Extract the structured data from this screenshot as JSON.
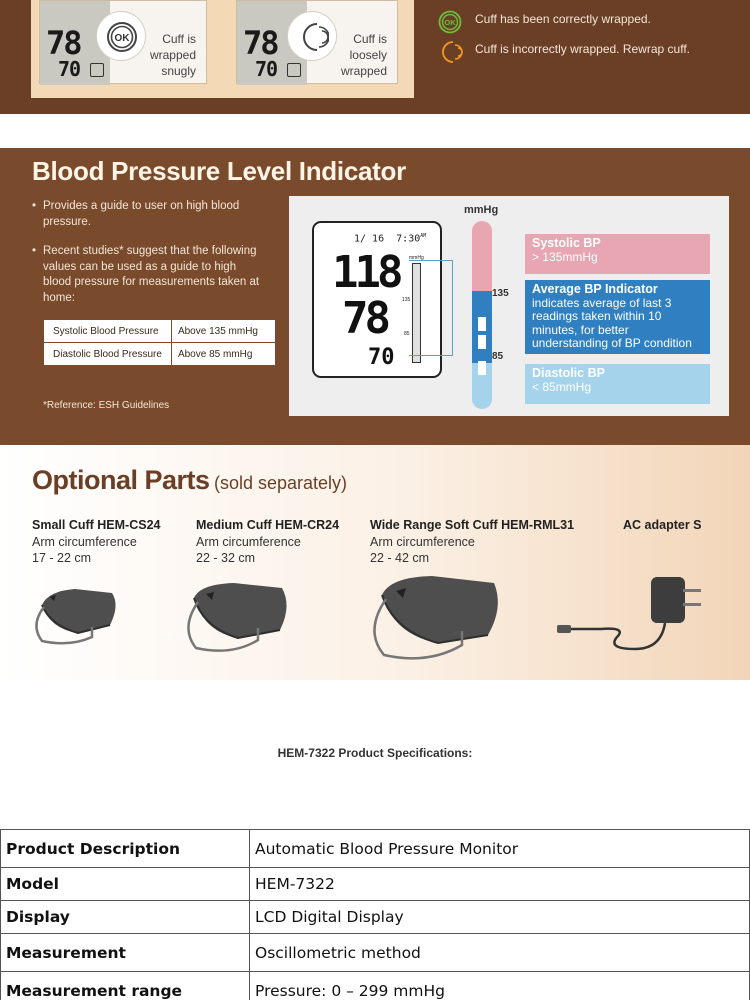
{
  "cuff_check": {
    "cards": [
      {
        "sys": "78",
        "dia": "70",
        "icon": "ok-icon",
        "text": "Cuff is\nwrapped\nsnugly"
      },
      {
        "sys": "78",
        "dia": "70",
        "icon": "rewrap-icon",
        "text": "Cuff is\nloosely\nwrapped"
      }
    ],
    "legend": [
      {
        "icon": "ok-icon",
        "text": "Cuff has been correctly wrapped."
      },
      {
        "icon": "rewrap-icon",
        "text": "Cuff is incorrectly wrapped. Rewrap cuff."
      }
    ],
    "colors": {
      "ok": "#6bbf3a",
      "rewrap": "#f39a1e"
    }
  },
  "bp_indicator": {
    "title": "Blood Pressure Level Indicator",
    "bullets": [
      "Provides a guide to user on high blood pressure.",
      "Recent studies* suggest that the following values can be used as a guide to high blood pressure for measurements taken at home:"
    ],
    "table": [
      {
        "label": "Systolic Blood Pressure",
        "value": "Above 135 mmHg"
      },
      {
        "label": "Diastolic Blood Pressure",
        "value": "Above 85 mmHg"
      }
    ],
    "reference": "*Reference: ESH Guidelines",
    "diagram": {
      "lcd": {
        "date": "1/ 16",
        "time": "7:30",
        "ampm": "AM",
        "sys": "118",
        "dia": "78",
        "pulse": "70",
        "bar_unit": "mmHg",
        "bar_high": "135",
        "bar_low": "85"
      },
      "unit": "mmHg",
      "scale_high": "135",
      "scale_low": "85",
      "boxes": {
        "systolic": {
          "title": "Systolic BP",
          "text": "> 135mmHg"
        },
        "average": {
          "title": "Average BP Indicator",
          "text": "indicates average of last 3 readings taken within 10 minutes, for better understanding of BP condition"
        },
        "diastolic": {
          "title": "Diastolic BP",
          "text": "< 85mmHg"
        }
      },
      "colors": {
        "systolic": "#e8a6b2",
        "average": "#2f7fc1",
        "diastolic": "#a6d3ec"
      }
    }
  },
  "optional_parts": {
    "title": "Optional Parts",
    "subtitle": "(sold separately)",
    "items": [
      {
        "name": "Small Cuff HEM-CS24",
        "line1": "Arm circumference",
        "line2": "17 - 22 cm"
      },
      {
        "name": "Medium Cuff HEM-CR24",
        "line1": "Arm circumference",
        "line2": "22 - 32 cm"
      },
      {
        "name": "Wide Range Soft Cuff HEM-RML31",
        "line1": "Arm circumference",
        "line2": "22 - 42 cm"
      },
      {
        "name": "AC adapter S",
        "line1": "",
        "line2": ""
      }
    ]
  },
  "specs": {
    "heading": "HEM-7322 Product Specifications:",
    "rows": [
      {
        "label": "Product Description",
        "value": "Automatic Blood Pressure Monitor"
      },
      {
        "label": "Model",
        "value": "HEM-7322"
      },
      {
        "label": "Display",
        "value": "LCD Digital Display"
      },
      {
        "label": "Measurement",
        "value": "Oscillometric method"
      },
      {
        "label": "Measurement range",
        "value": "Pressure: 0 – 299 mmHg"
      }
    ]
  }
}
